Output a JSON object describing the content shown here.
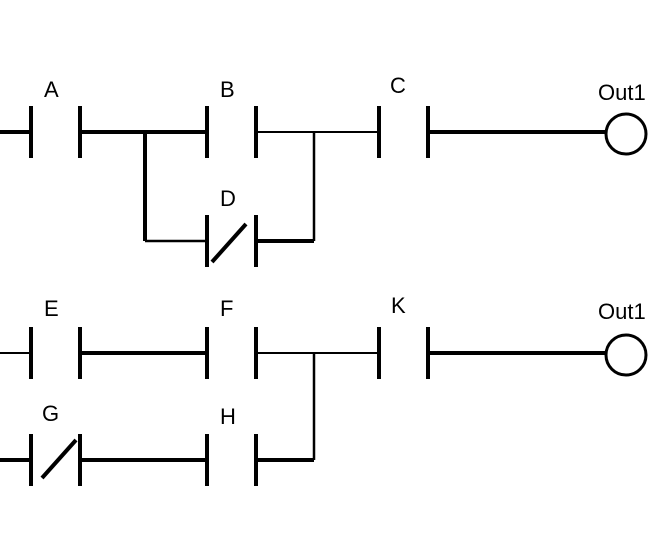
{
  "diagram": {
    "labels": {
      "a": "A",
      "b": "B",
      "c": "C",
      "d": "D",
      "e": "E",
      "f": "F",
      "g": "G",
      "h": "H",
      "k": "K",
      "out1_top": "Out1",
      "out1_bottom": "Out1"
    },
    "line_color": "#000000",
    "background_color": "#ffffff"
  }
}
